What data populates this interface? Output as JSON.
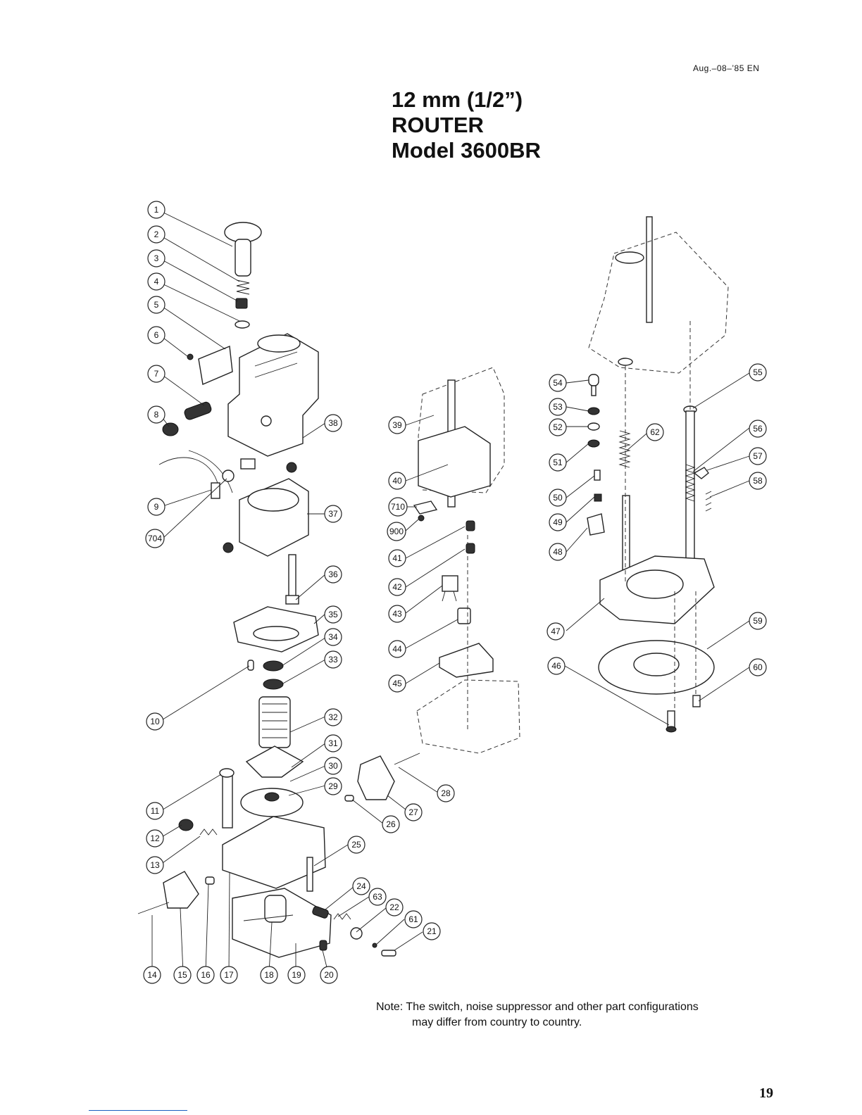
{
  "header": {
    "date_code": "Aug.–08–’85 EN"
  },
  "title": {
    "line1": "12 mm (1/2”)",
    "line2": "ROUTER",
    "line3": "Model 3600BR"
  },
  "callouts": [
    "1",
    "2",
    "3",
    "4",
    "5",
    "6",
    "7",
    "8",
    "9",
    "704",
    "10",
    "11",
    "12",
    "13",
    "14",
    "15",
    "16",
    "17",
    "18",
    "19",
    "20",
    "21",
    "61",
    "22",
    "63",
    "24",
    "25",
    "26",
    "27",
    "28",
    "29",
    "30",
    "31",
    "32",
    "33",
    "34",
    "35",
    "36",
    "37",
    "38",
    "39",
    "40",
    "710",
    "900",
    "41",
    "42",
    "43",
    "44",
    "45",
    "54",
    "53",
    "52",
    "51",
    "50",
    "49",
    "48",
    "47",
    "46",
    "55",
    "62",
    "56",
    "57",
    "58",
    "59",
    "60"
  ],
  "note": {
    "line1": "Note: The switch, noise suppressor and other part configurations",
    "line2": "may differ from country to country."
  },
  "page_number": "19"
}
